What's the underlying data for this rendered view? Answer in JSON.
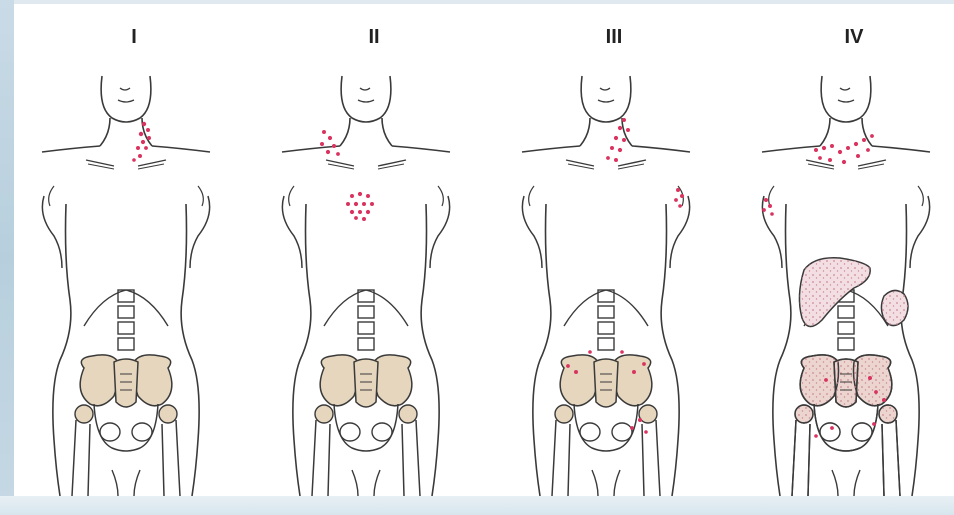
{
  "figure": {
    "stages": [
      {
        "label": "I"
      },
      {
        "label": "II"
      },
      {
        "label": "III"
      },
      {
        "label": "IV"
      }
    ]
  },
  "colors": {
    "outline": "#3a3a3a",
    "bone_fill": "#e6d6bd",
    "lesion": "#d9345f",
    "organ_fill": "#f3dfe3",
    "organ_stipple": "#c98a95",
    "background": "#ffffff"
  }
}
